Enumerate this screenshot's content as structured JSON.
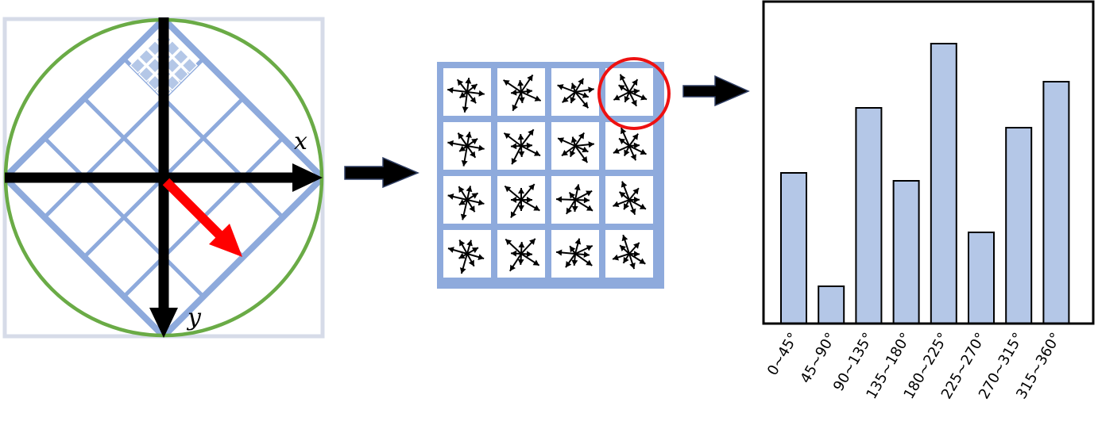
{
  "colors": {
    "frame": "#d6dbe8",
    "circle": "#6aab46",
    "grid": "#8eaadc",
    "grid_light": "#b4c7e7",
    "axis": "#000000",
    "main_direction": "#ff0000",
    "highlight_ring": "#ee1111",
    "bar_fill": "#b4c7e7",
    "bar_stroke": "#000000",
    "flow_arrow": "#000000",
    "flow_arrow_border": "#2f3e63"
  },
  "rotation_panel": {
    "x_axis_label": "x",
    "y_axis_label": "y"
  },
  "cell_grid": {
    "rows": 4,
    "cols": 4,
    "highlighted_cell": [
      0,
      3
    ]
  },
  "chart_data": {
    "type": "bar",
    "categories": [
      "0~45°",
      "45~90°",
      "90~135°",
      "135~180°",
      "180~225°",
      "225~270°",
      "270~315°",
      "315~360°"
    ],
    "values": [
      190,
      47,
      272,
      180,
      353,
      115,
      247,
      305
    ],
    "ylim": [
      0,
      408
    ],
    "title": "",
    "xlabel": "",
    "ylabel": "",
    "grid": false
  }
}
